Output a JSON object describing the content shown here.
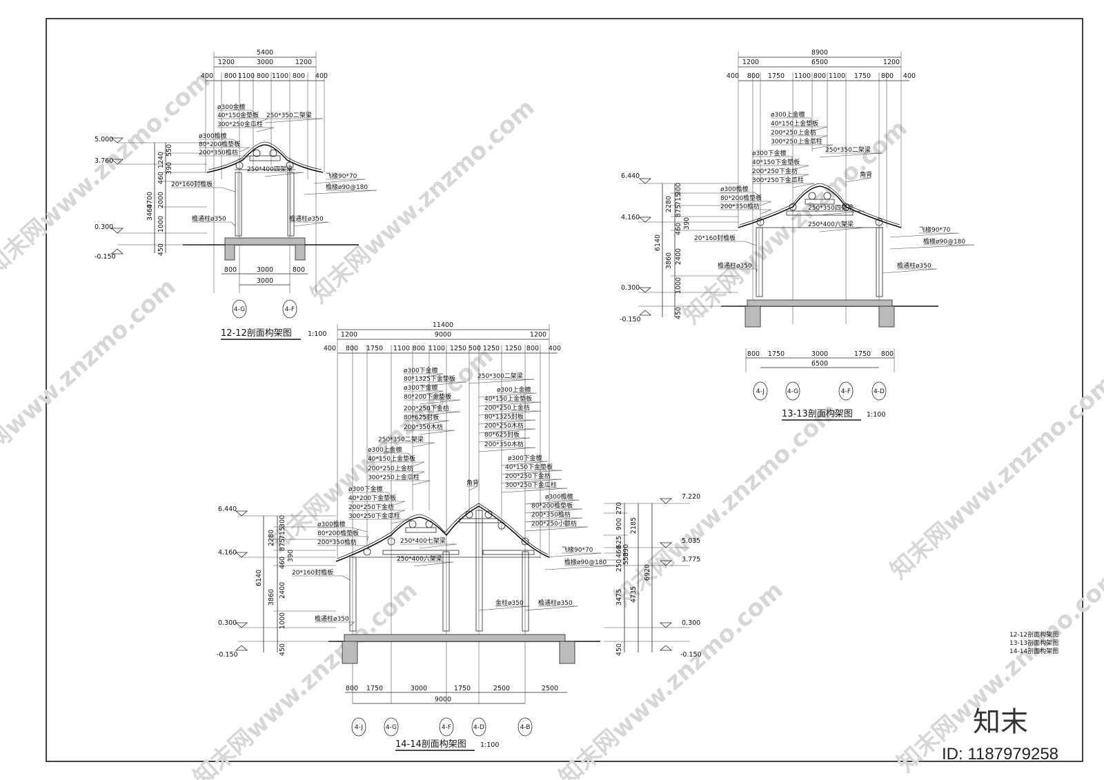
{
  "sections": {
    "s12": {
      "title": "12-12剖面构架图",
      "scale": "1:100",
      "top_dims_1": [
        "5400"
      ],
      "top_dims_2": [
        "1200",
        "3000",
        "1200"
      ],
      "top_dims_3": [
        "400",
        "800",
        "1100",
        "800",
        "1100",
        "800",
        "400"
      ],
      "bottom_dims_1": [
        "800",
        "3000",
        "800"
      ],
      "bottom_dims_2": [
        "3000"
      ],
      "left_vdims": [
        "1240",
        "550",
        "390",
        "460",
        "2000",
        "1000",
        "450"
      ],
      "left_vdims_outer": [
        "4700",
        "3460"
      ],
      "elevations": [
        "5.000",
        "3.760",
        "0.300",
        "-0.150"
      ],
      "labels": [
        "ø300金檩",
        "40*150金垫板",
        "300*250金瓜柱",
        "250*350二架梁",
        "ø300檐檩",
        "80*200檐垫板",
        "200*350檐枋",
        "250*400四架梁",
        "飞椽90*70",
        "檐椽ø90@180",
        "20*160封檐板",
        "檐通柱ø350",
        "檐通柱ø350"
      ],
      "axes": [
        "4-G",
        "4-F"
      ]
    },
    "s13": {
      "title": "13-13剖面构架图",
      "scale": "1:100",
      "top_dims_1": [
        "8900"
      ],
      "top_dims_2": [
        "1200",
        "6500",
        "1200"
      ],
      "top_dims_3": [
        "400",
        "800",
        "1750",
        "1100",
        "800",
        "1100",
        "1750",
        "800",
        "400"
      ],
      "bottom_dims_1": [
        "800",
        "1750",
        "3000",
        "1750",
        "800"
      ],
      "bottom_dims_2": [
        "6500"
      ],
      "left_vdims": [
        "300",
        "715",
        "875",
        "390",
        "460",
        "2400",
        "1000",
        "450"
      ],
      "left_vdims_outer": [
        "2280",
        "6140",
        "3860"
      ],
      "elevations": [
        "6.440",
        "4.160",
        "0.300",
        "-0.150"
      ],
      "labels": [
        "ø300上金檩",
        "40*150上金垫板",
        "200*250上金枋",
        "300*250上金瓜柱",
        "ø300下金檩",
        "40*150下金垫板",
        "200*250下金枋",
        "300*250下金瓜柱",
        "250*350二架梁",
        "角背",
        "ø300檐檩",
        "80*200檐垫板",
        "200*350檐枋",
        "250*350四架梁",
        "250*400六架梁",
        "飞椽90*70",
        "檐椽ø90@180",
        "20*160封檐板",
        "檐通柱ø350",
        "檐通柱ø350"
      ],
      "axes": [
        "4-J",
        "4-G",
        "4-F",
        "4-D"
      ]
    },
    "s14": {
      "title": "14-14剖面构架图",
      "scale": "1:100",
      "top_dims_1": [
        "11400"
      ],
      "top_dims_2": [
        "1200",
        "9000",
        "1200"
      ],
      "top_dims_3": [
        "400",
        "800",
        "1750",
        "1100",
        "800",
        "1100",
        "1250",
        "500",
        "1250",
        "1250",
        "800",
        "400"
      ],
      "bottom_dims_1": [
        "800",
        "1750",
        "3000",
        "1750",
        "2500",
        "2500"
      ],
      "bottom_dims_2": [
        "9000"
      ],
      "left_vdims": [
        "300",
        "715",
        "875",
        "390",
        "460",
        "2400",
        "1000",
        "450"
      ],
      "left_vdims_outer": [
        "2280",
        "6140",
        "3860"
      ],
      "right_vdims": [
        "270",
        "900",
        "625",
        "460",
        "550",
        "390",
        "250",
        "3475",
        "450"
      ],
      "right_vdims_outer": [
        "2185",
        "4735",
        "6920"
      ],
      "elevations_left": [
        "6.440",
        "4.160",
        "0.300",
        "-0.150"
      ],
      "elevations_right": [
        "7.220",
        "5.035",
        "3.775",
        "0.300",
        "-0.150"
      ],
      "labels_left": [
        "ø300下金檩",
        "80*1325下金垫板",
        "ø300下金檩",
        "80*200下金垫板",
        "200*250下金枋",
        "80*625封板",
        "200*350木枋",
        "250*350二架梁",
        "ø300上金檩",
        "40*150上金垫板",
        "200*250上金枋",
        "300*250上金瓜柱",
        "ø300下金檩",
        "40*200下金垫板",
        "200*250下金枋",
        "300*250下金瓜柱",
        "ø300檐檩",
        "80*200檐垫板",
        "200*350檐枋",
        "250*400七架梁",
        "250*400六架梁",
        "20*160封檐板",
        "檐通柱ø350"
      ],
      "labels_right": [
        "250*300二架梁",
        "ø300上金檩",
        "40*150上金垫板",
        "200*250上金枋",
        "80*1325封板",
        "200*250木枋",
        "80*625封板",
        "200*350木枋",
        "ø300下金檩",
        "40*150下金垫板",
        "200*250下金枋",
        "300*250下金瓜柱",
        "角背",
        "ø300檐檩",
        "80*200檐垫板",
        "200*350檐枋",
        "200*250小额枋",
        "飞椽90*70",
        "檐椽ø90@180",
        "金柱ø350",
        "檐通柱ø350"
      ],
      "axes": [
        "4-J",
        "4-G",
        "4-F",
        "4-D",
        "4-B"
      ]
    }
  },
  "legend": [
    "12-12剖面构架图",
    "13-13剖面构架图",
    "14-14剖面构架图"
  ],
  "watermark": {
    "brand": "知末",
    "id": "ID: 1187979258",
    "site": "知末网www.znzmo.com"
  }
}
